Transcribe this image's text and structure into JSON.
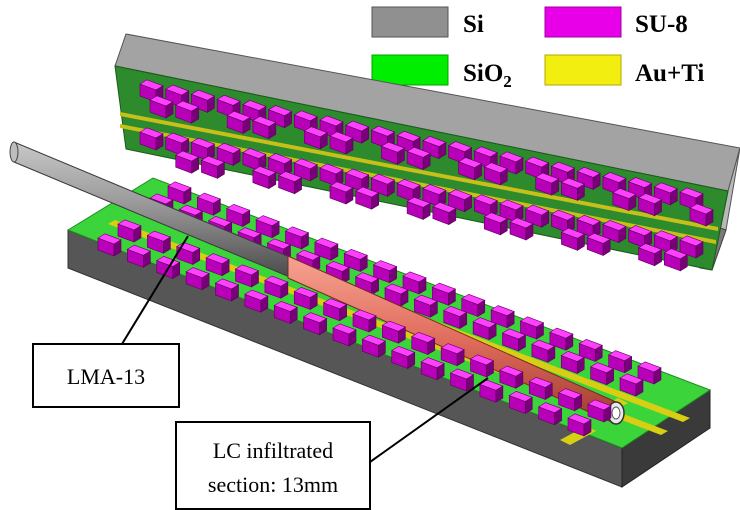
{
  "legend": {
    "items": [
      {
        "label": "Si",
        "color": "#909090"
      },
      {
        "label": "SU-8",
        "color": "#e800e8"
      },
      {
        "label": "SiO",
        "subscript": "2",
        "color": "#00ee00"
      },
      {
        "label": "Au+Ti",
        "color": "#f2ee10"
      }
    ]
  },
  "callouts": {
    "fiber": {
      "text": "LMA-13"
    },
    "lc_section": {
      "line1": "LC infiltrated",
      "line2": "section: 13mm"
    }
  },
  "colors": {
    "silicon_top": "#a3a3a3",
    "silicon_front": "#565656",
    "silicon_side": "#3a3a3a",
    "oxide_bottom": "#3bd43b",
    "oxide_top": "#2d8a2d",
    "su8_top": "#ff40ff",
    "su8_front": "#b800b8",
    "su8_side": "#7a007a",
    "electrode": "#c8c01a",
    "fiber": "#8c8c8c",
    "lc_fiber": "#e06c5c"
  }
}
